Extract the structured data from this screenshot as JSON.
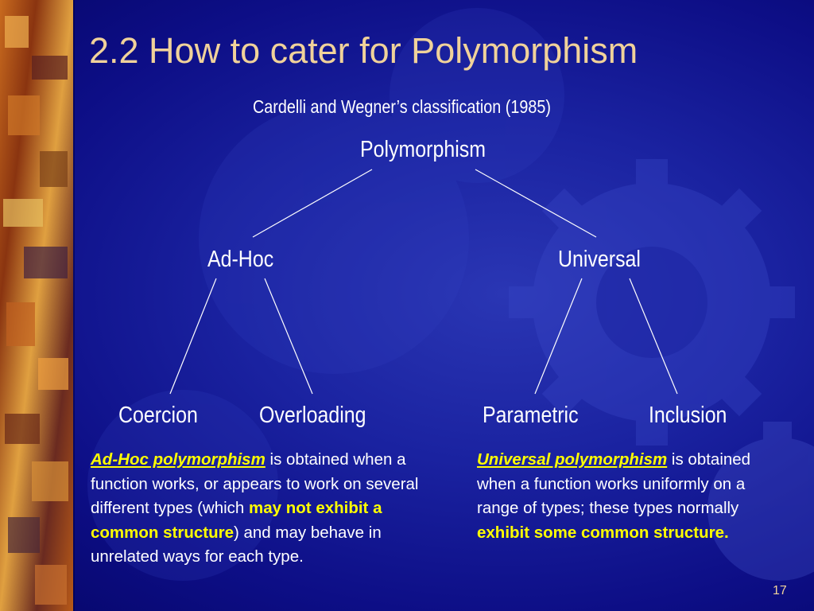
{
  "slide": {
    "title": "2.2 How to cater for Polymorphism",
    "subtitle": "Cardelli and Wegner’s classification (1985)",
    "page_number": "17"
  },
  "tree": {
    "root": "Polymorphism",
    "left_branch": "Ad-Hoc",
    "right_branch": "Universal",
    "leaves": [
      "Coercion",
      "Overloading",
      "Parametric",
      "Inclusion"
    ]
  },
  "adhoc_description": {
    "term": "Ad-Hoc polymorphism",
    "text_1": " is obtained when a function works, or appears to work on several different types (which ",
    "emphasis": "may not exhibit a common structure",
    "text_2": ") and may behave in unrelated ways for each type."
  },
  "universal_description": {
    "term": "Universal polymorphism",
    "text_1": " is obtained when a function works uniformly on a range of types; these types normally ",
    "emphasis": "exhibit some common structure."
  },
  "colors": {
    "background": "#0d0e86",
    "title": "#f0d29a",
    "highlight": "#ffff00",
    "text": "#ffffff"
  }
}
